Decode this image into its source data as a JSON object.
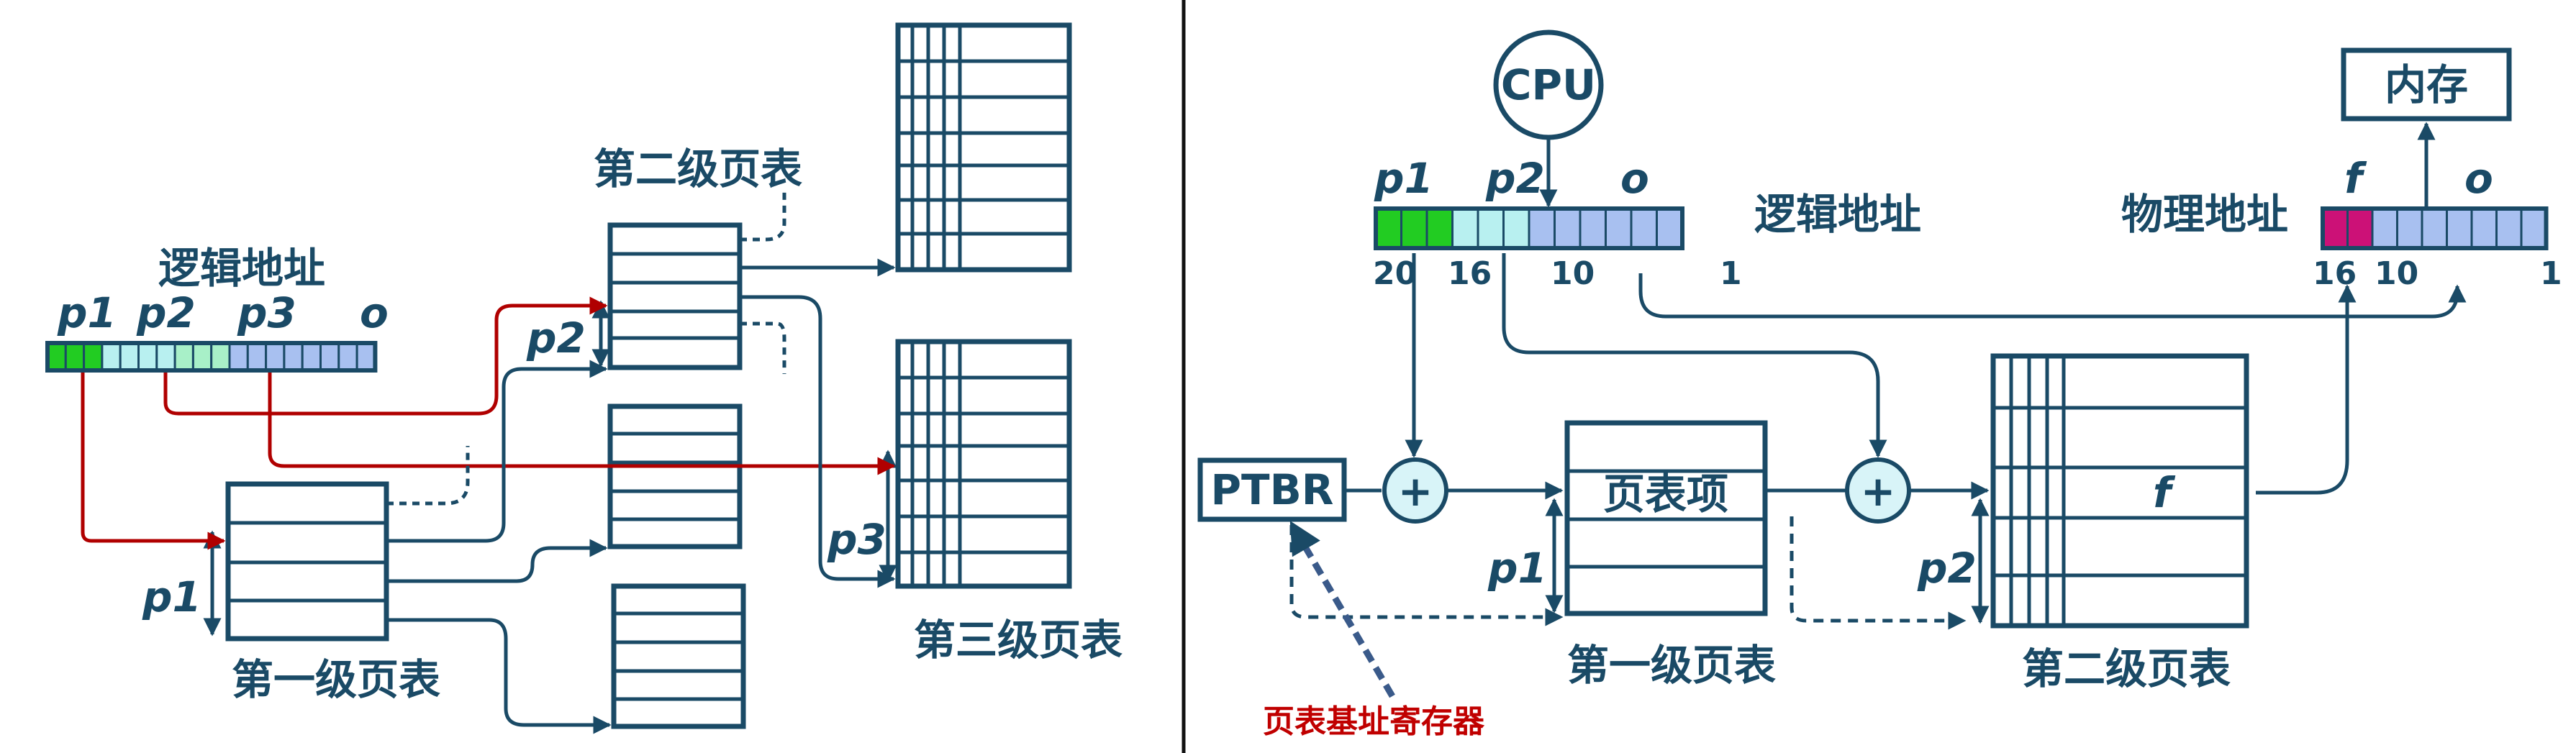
{
  "left": {
    "logical_address_label": "逻辑地址",
    "fields": [
      "p1",
      "p2",
      "p3",
      "o"
    ],
    "level1_label": "第一级页表",
    "level2_label": "第二级页表",
    "level3_label": "第三级页表",
    "p1": "p1",
    "p2": "p2",
    "p3": "p3"
  },
  "right": {
    "cpu": "CPU",
    "memory": "内存",
    "logical_label": "逻辑地址",
    "physical_label": "物理地址",
    "fields": [
      "p1",
      "p2",
      "o"
    ],
    "bits": [
      "20",
      "16",
      "10",
      "1"
    ],
    "phys_fields": [
      "f",
      "o"
    ],
    "phys_bits": [
      "16",
      "10",
      "1"
    ],
    "ptbr": "PTBR",
    "plus": "+",
    "pte": "页表项",
    "level1_label": "第一级页表",
    "level2_label": "第二级页表",
    "f": "f",
    "p1": "p1",
    "p2": "p2",
    "ptbr_desc": "页表基址寄存器"
  },
  "colors": {
    "dark": "#1a4a66",
    "green": "#22cc22",
    "cyan": "#b8f0f0",
    "mint": "#a8f0c8",
    "blue": "#a8c0f0",
    "magenta": "#cc1177",
    "highlight": "#fbf6c8",
    "red": "#c00000"
  }
}
